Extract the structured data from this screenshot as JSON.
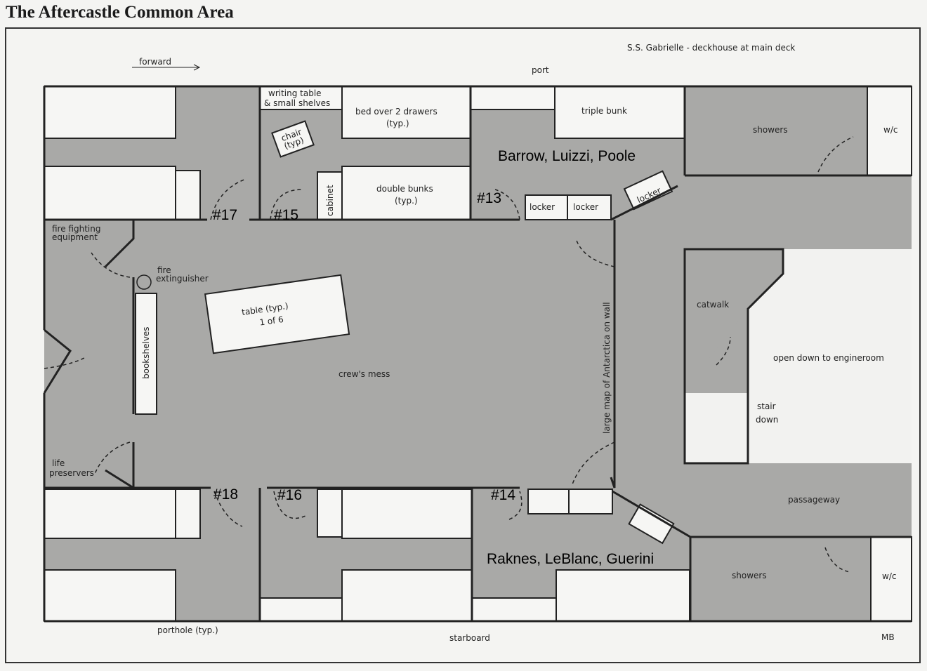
{
  "title": "The Aftercastle Common Area",
  "ship_note": "S.S. Gabrielle - deckhouse at main deck",
  "directions": {
    "forward": "forward",
    "port": "port",
    "starboard": "starboard"
  },
  "labels": {
    "writing_table": [
      "writing table",
      "& small shelves"
    ],
    "chair": [
      "chair",
      "(typ)"
    ],
    "bed_over_drawers": [
      "bed over 2 drawers",
      "(typ.)"
    ],
    "cabinet": "cabinet",
    "double_bunks": [
      "double bunks",
      "(typ.)"
    ],
    "triple_bunk": "triple bunk",
    "locker": "locker",
    "showers": "showers",
    "wc": "w/c",
    "fire_fighting": [
      "fire fighting",
      "equipment"
    ],
    "fire_extinguisher": [
      "fire",
      "extinguisher"
    ],
    "table": [
      "table (typ.)",
      "1 of 6"
    ],
    "bookshelves": "bookshelves",
    "crews_mess": "crew's mess",
    "life_preservers": [
      "life",
      "preservers"
    ],
    "map_on_wall": "large map of Antarctica on wall",
    "catwalk": "catwalk",
    "open_down": "open down to engineroom",
    "stair_down": [
      "stair",
      "down"
    ],
    "passageway": "passageway",
    "porthole": "porthole (typ.)",
    "signature": "MB"
  },
  "cabins": {
    "c17": "#17",
    "c15": "#15",
    "c13": "#13",
    "c18": "#18",
    "c16": "#16",
    "c14": "#14"
  },
  "occupants": {
    "port": "Barrow, Luizzi, Poole",
    "starboard": "Raknes, LeBlanc, Guerini"
  }
}
